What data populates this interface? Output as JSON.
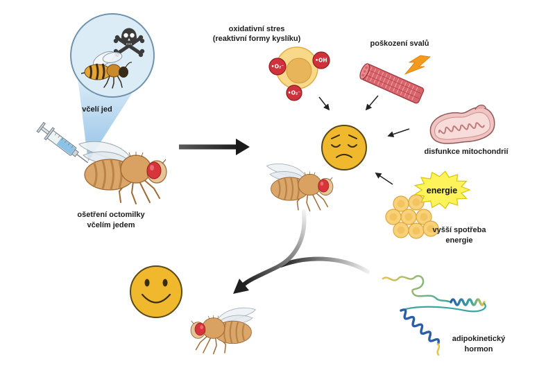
{
  "diagram": {
    "bee_venom": "včelí jed",
    "treatment": [
      "ošetření octomilky",
      "včelím jedem"
    ],
    "oxidative_stress": [
      "oxidativní stres",
      "(reaktivní formy kyslíku)"
    ],
    "ros_species": [
      "•O₂⁻",
      "•OH",
      "•O₂⁻"
    ],
    "muscle_damage": "poškození svalů",
    "mitochondrial_dysfunction": "disfunkce mitochondrií",
    "energy_burst": "energie",
    "energy_consumption": [
      "vyšší spotřeba",
      "energie"
    ],
    "hormone": [
      "adipokinetický",
      "hormon"
    ]
  },
  "icons": {
    "venom_source": "bee-icon",
    "toxicity": "skull-crossbones-icon",
    "injection": "syringe-icon",
    "organism": "fruit-fly-icon",
    "unwell_state": "sad-face-icon",
    "recovered_state": "smiley-face-icon",
    "oxidative_stress": "reactive-oxygen-cell-icon",
    "muscle": "muscle-fiber-icon",
    "damage": "lightning-icon",
    "mitochondria": "mitochondrion-icon",
    "energy_stores": "fat-cells-icon",
    "energy": "energy-burst-icon",
    "hormone": "protein-structure-icon"
  },
  "colors": {
    "face_yellow": "#f0b82c",
    "arrow_dark": "#1f1f1f",
    "ros_red": "#cf323b",
    "fly_eye_red": "#d8353b",
    "fly_body_tan": "#dba66a",
    "bee_circle_blue": "#dcecf7",
    "muscle_red": "#d8646c",
    "mitochondrion_pink": "#f0c4c2",
    "energy_yellow": "#fff35c",
    "lightning_orange": "#f49a1c",
    "fat_cell_orange": "#f7d27a",
    "helix_blue": "#2b5ea8",
    "coil_yellow": "#e2c44b"
  }
}
